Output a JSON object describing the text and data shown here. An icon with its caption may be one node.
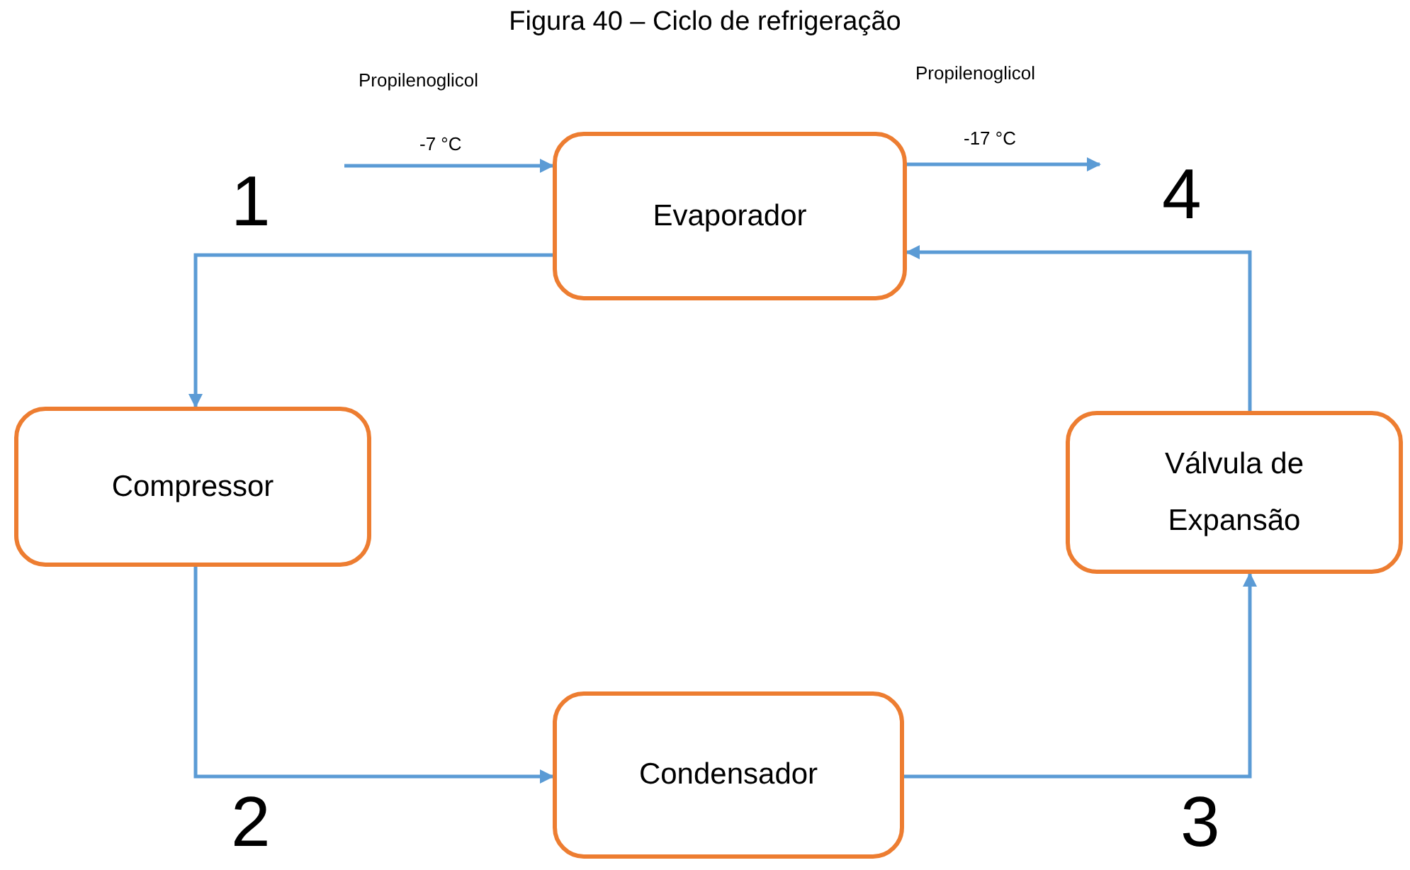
{
  "diagram": {
    "title": "Figura 40 – Ciclo de refrigeração",
    "nodes": [
      {
        "text": [
          "Evaporador"
        ]
      },
      {
        "text": [
          "Compressor"
        ]
      },
      {
        "text": [
          "Condensador"
        ]
      },
      {
        "text": [
          "Válvula de Expansão"
        ]
      }
    ],
    "edges": [
      {
        "from": 0,
        "to": 1,
        "arrow": "to"
      },
      {
        "from": 1,
        "to": 2,
        "arrow": "to"
      },
      {
        "from": 2,
        "to": 3,
        "arrow": "to"
      },
      {
        "from": 3,
        "to": 0,
        "arrow": "to"
      },
      {
        "from": null,
        "to": 0,
        "arrow": "to",
        "label": "-7 °C"
      },
      {
        "from": 0,
        "to": null,
        "arrow": "to",
        "label": "-17 °C"
      }
    ],
    "labels": [
      "Propilenoglicol",
      "Propilenoglicol",
      "1",
      "4",
      "2",
      "3"
    ]
  }
}
